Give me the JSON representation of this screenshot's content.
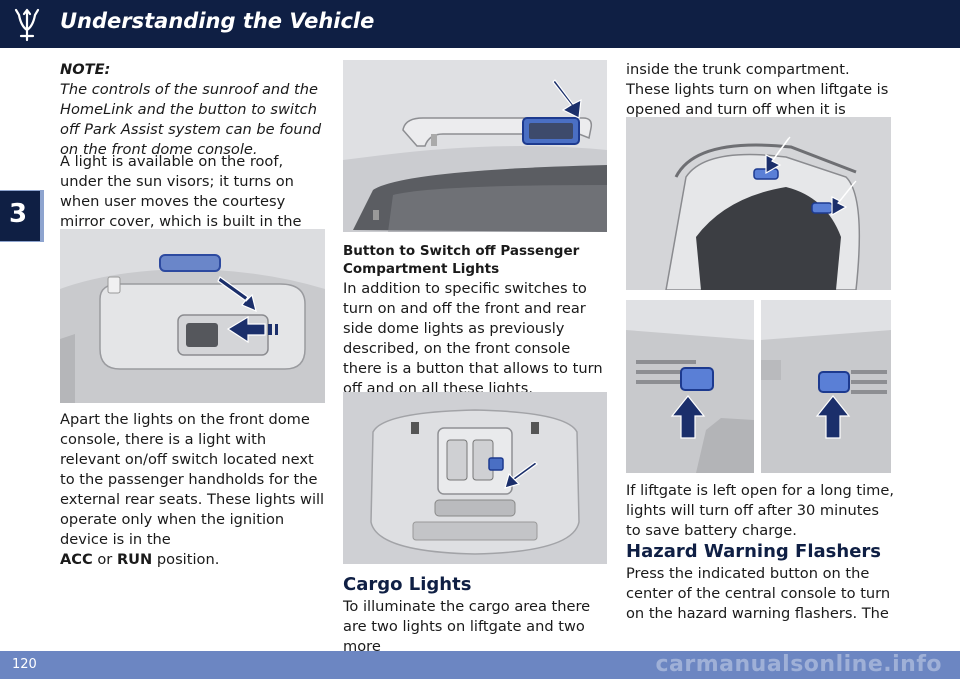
{
  "header": {
    "title": "Understanding the Vehicle",
    "logo_icon": "trident-logo-icon"
  },
  "chapter": "3",
  "footer": {
    "page_number": "120",
    "watermark": "carmanualsonline.info"
  },
  "col1": {
    "note_label": "NOTE:",
    "note_text": "The controls of the sunroof and the HomeLink and the button to switch off Park Assist system can be found on the front dome console.",
    "para1": "A light is available on the roof, under the sun visors; it turns on when user moves the courtesy mirror cover, which is built in the back of sun visor.",
    "para2_a": "Apart the lights on the front dome console, there is a light with relevant on/off switch located next to the passenger handholds for the external rear seats. These lights will operate only when the ignition device is in the",
    "para2_acc": "ACC",
    "para2_or": "or",
    "para2_run": "RUN",
    "para2_end": "position."
  },
  "col2": {
    "caption": "Button to Switch off Passenger Compartment Lights",
    "para1": "In addition to specific switches to turn on and off the front and rear side dome lights as previously described, on the front console there is a button that allows to turn off and on all these lights.",
    "heading_cargo": "Cargo Lights",
    "para2": "To illuminate the cargo area there are two lights on liftgate and two more"
  },
  "col3": {
    "para1": "inside the trunk compartment. These lights turn on when liftgate is opened and turn off when it is closed.",
    "para2": "If liftgate is left open for a long time, lights will turn off after 30 minutes to save battery charge.",
    "heading_hazard": "Hazard Warning Flashers",
    "para3": "Press the indicated button on the center of the central console to turn on the hazard warning flashers. The"
  },
  "colors": {
    "navy": "#0f1f44",
    "footer_blue": "#6c86c2",
    "arrow_blue": "#1b2f6b",
    "highlight_blue": "#3a6fd8"
  }
}
